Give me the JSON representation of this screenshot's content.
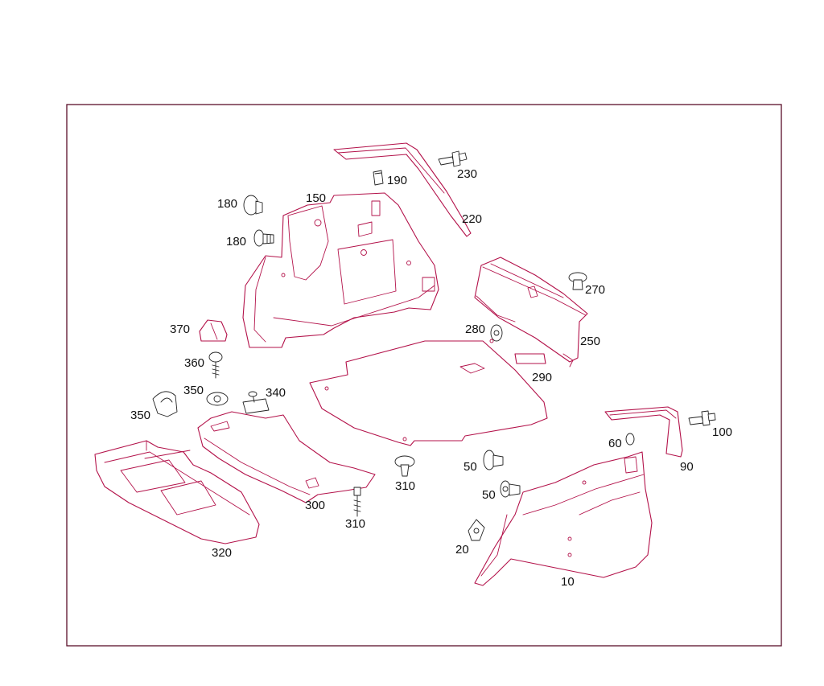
{
  "diagram": {
    "colors": {
      "frame": "#5a0f2a",
      "parts": "#b3124a",
      "labels": "#111111"
    },
    "labels": {
      "p10": "10",
      "p20": "20",
      "p50a": "50",
      "p50b": "50",
      "p60": "60",
      "p90": "90",
      "p100": "100",
      "p150": "150",
      "p180a": "180",
      "p180b": "180",
      "p190": "190",
      "p220": "220",
      "p230": "230",
      "p250": "250",
      "p270": "270",
      "p280": "280",
      "p290": "290",
      "p300": "300",
      "p310a": "310",
      "p310b": "310",
      "p320": "320",
      "p340": "340",
      "p350a": "350",
      "p350b": "350",
      "p360": "360",
      "p370": "370"
    }
  }
}
